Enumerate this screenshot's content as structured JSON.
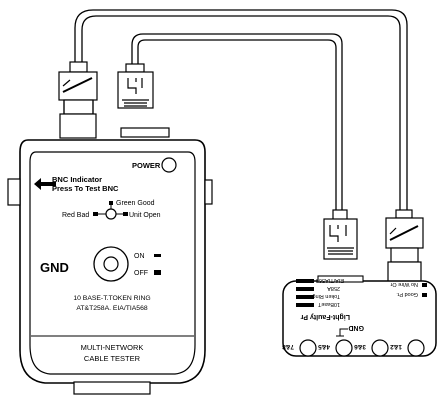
{
  "main_unit": {
    "power_label": "POWER",
    "bnc_line1": "BNC Indicator",
    "bnc_line2": "Press To Test BNC",
    "green_good": "Green Good",
    "red_bad": "Red Bad",
    "unit_open": "Unit Open",
    "gnd": "GND",
    "switch_on": "ON",
    "switch_off": "OFF",
    "standard_line1": "10 BASE-T.TOKEN RING",
    "standard_line2": "AT&T258A.  EIA/TIA568",
    "name_line1": "MULTI-NETWORK",
    "name_line2": "CABLE TESTER"
  },
  "remote_unit": {
    "gnd": "GND",
    "light_faulty": "Light-Faulty Pr",
    "good_pr": "Good Pr.",
    "no_wire": "No Wire Or",
    "std_1": "EIA/TIA568",
    "std_2": "258A",
    "std_3": "Token Ring",
    "std_4": "10BaseT",
    "pins": [
      "1&2",
      "3&6",
      "4&5",
      "7&8"
    ]
  }
}
